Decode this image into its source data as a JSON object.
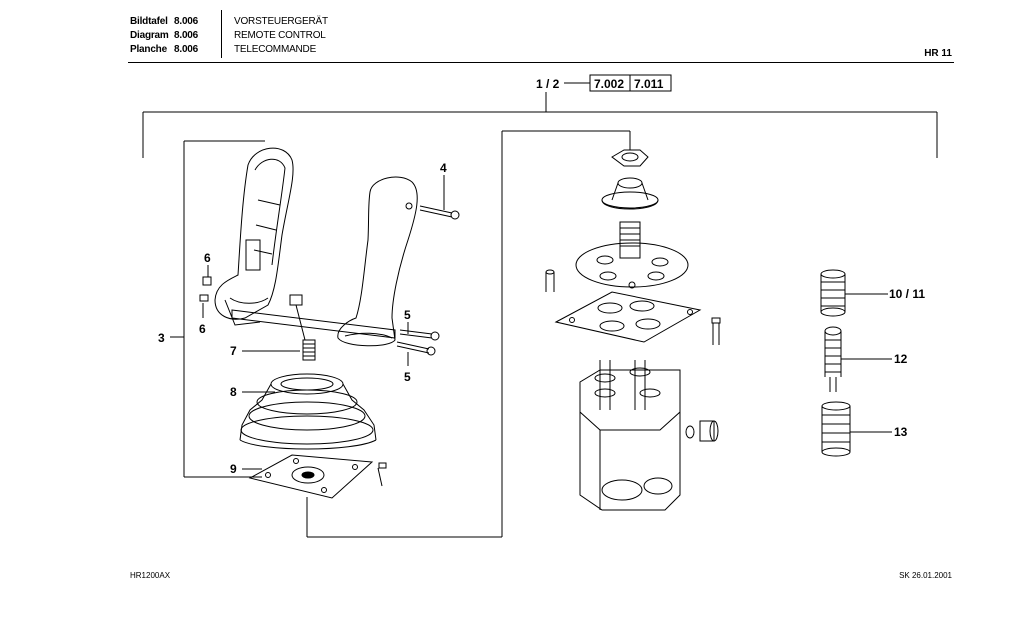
{
  "header": {
    "rows": [
      {
        "label": "Bildtafel",
        "number": "8.006",
        "title": "VORSTEUERGERÄT"
      },
      {
        "label": "Diagram",
        "number": "8.006",
        "title": "REMOTE CONTROL"
      },
      {
        "label": "Planche",
        "number": "8.006",
        "title": "TELECOMMANDE"
      }
    ],
    "page_code": "HR 11"
  },
  "assembly": {
    "label": "1 / 2",
    "refs": [
      "7.002",
      "7.011"
    ]
  },
  "callouts": {
    "c3": "3",
    "c4": "4",
    "c5a": "5",
    "c5b": "5",
    "c6a": "6",
    "c6b": "6",
    "c7": "7",
    "c8": "8",
    "c9": "9",
    "c10": "10 / 11",
    "c12": "12",
    "c13": "13"
  },
  "footer": {
    "left": "HR1200AX",
    "right": "SK 26.01.2001"
  }
}
